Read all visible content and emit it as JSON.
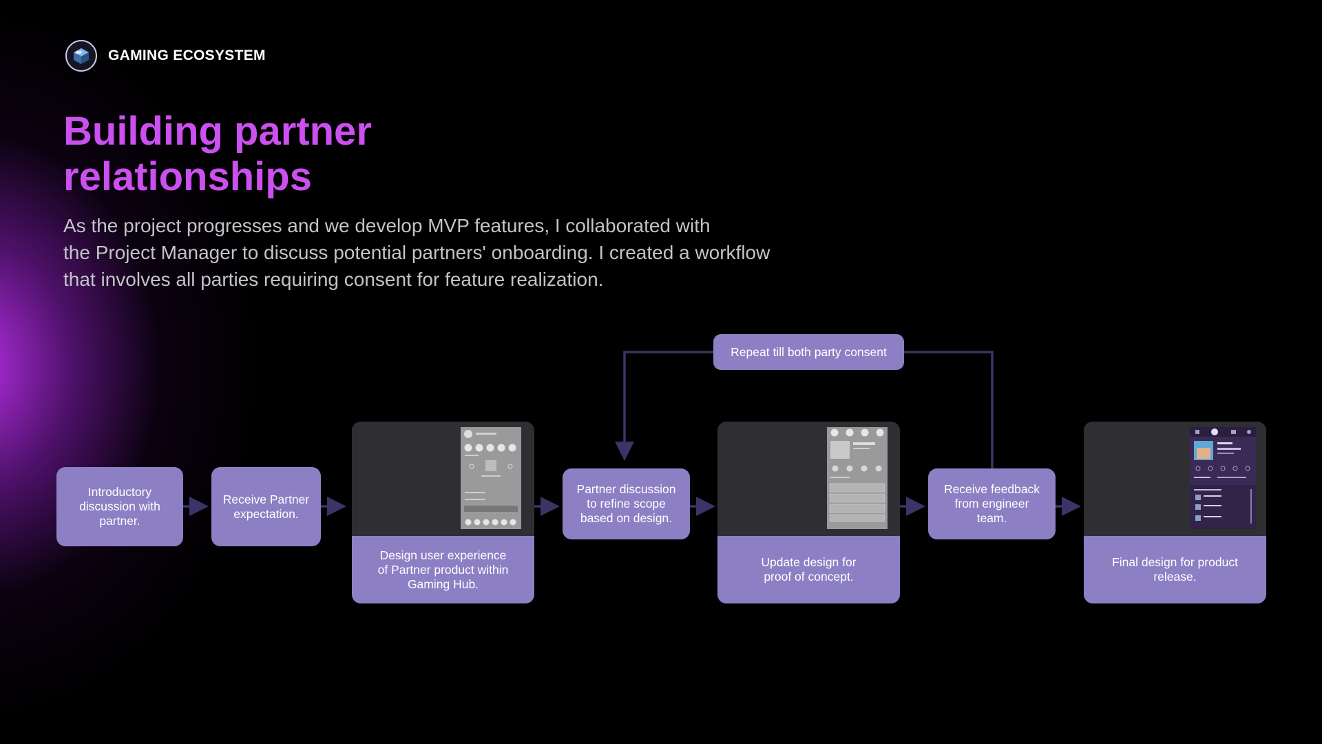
{
  "brand": {
    "name": "GAMING ECOSYSTEM",
    "logo_icon": "gaming-cube-icon"
  },
  "title": {
    "line1": "Building partner",
    "line2": "relationships"
  },
  "intro": {
    "line1": "As the project progresses and we develop MVP features, I collaborated with",
    "line2": "the Project Manager to discuss potential partners' onboarding. I created a workflow",
    "line3": "that involves all parties requiring consent for feature realization."
  },
  "colors": {
    "accent": "#cc4ff0",
    "box": "#8c7fc4",
    "connector": "#3a3566",
    "background": "#000000"
  },
  "workflow": {
    "loop_label": "Repeat till both party consent",
    "steps": [
      {
        "line1": "Introductory",
        "line2": "discussion with",
        "line3": "partner."
      },
      {
        "line1": "Receive Partner",
        "line2": "expectation."
      },
      {
        "line1": "Design user experience",
        "line2": "of Partner product within",
        "line3": "Gaming Hub."
      },
      {
        "line1": "Partner discussion",
        "line2": "to refine scope",
        "line3": "based on design."
      },
      {
        "line1": "Update design for",
        "line2": "proof of concept."
      },
      {
        "line1": "Receive feedback",
        "line2": "from engineer",
        "line3": "team."
      },
      {
        "line1": "Final design for product",
        "line2": "release."
      }
    ]
  }
}
